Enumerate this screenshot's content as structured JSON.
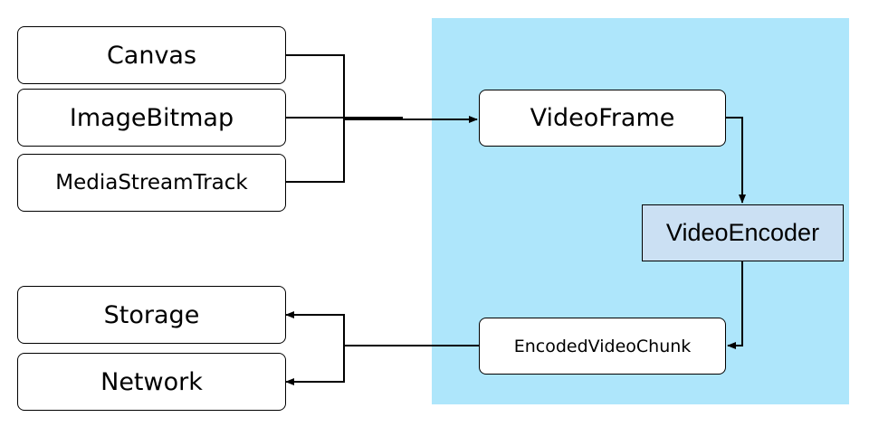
{
  "inputs": {
    "canvas": "Canvas",
    "image_bitmap": "ImageBitmap",
    "media_stream_track": "MediaStreamTrack"
  },
  "pipeline": {
    "video_frame": "VideoFrame",
    "video_encoder": "VideoEncoder",
    "encoded_video_chunk": "EncodedVideoChunk"
  },
  "outputs": {
    "storage": "Storage",
    "network": "Network"
  },
  "colors": {
    "panel": "#aee6fb",
    "encoder_fill": "#cbe0f3",
    "node_fill": "#ffffff",
    "stroke": "#000000"
  }
}
